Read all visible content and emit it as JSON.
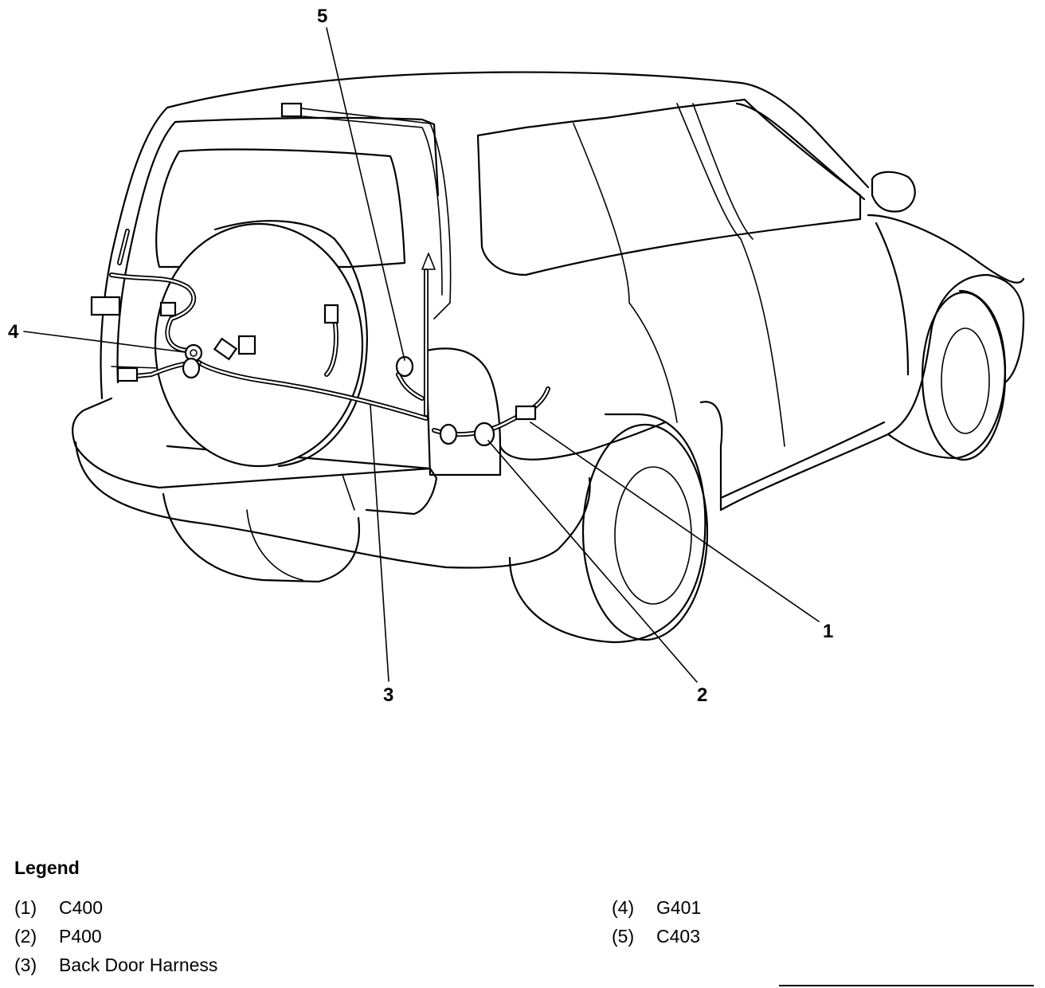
{
  "callouts": [
    {
      "id": "1",
      "label": "1"
    },
    {
      "id": "2",
      "label": "2"
    },
    {
      "id": "3",
      "label": "3"
    },
    {
      "id": "4",
      "label": "4"
    },
    {
      "id": "5",
      "label": "5"
    }
  ],
  "legend": {
    "title": "Legend",
    "items": [
      {
        "num": "(1)",
        "text": "C400"
      },
      {
        "num": "(2)",
        "text": "P400"
      },
      {
        "num": "(3)",
        "text": "Back Door Harness"
      },
      {
        "num": "(4)",
        "text": "G401"
      },
      {
        "num": "(5)",
        "text": "C403"
      }
    ]
  }
}
